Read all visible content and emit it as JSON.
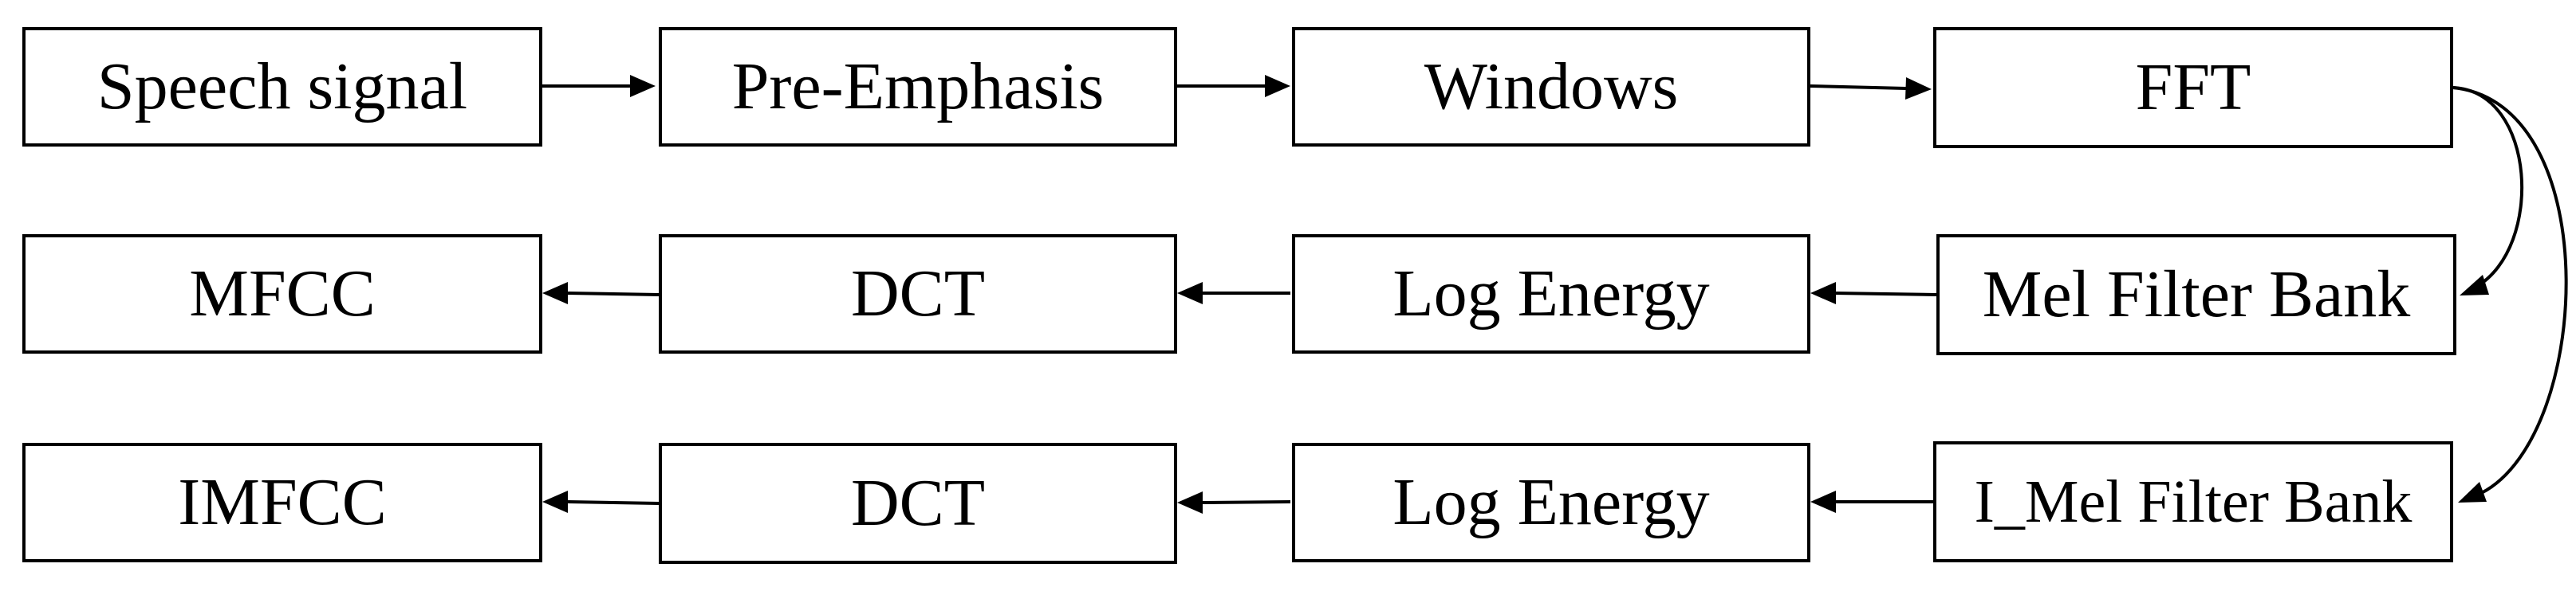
{
  "diagram": {
    "row1": {
      "speech_signal": "Speech signal",
      "pre_emphasis": "Pre-Emphasis",
      "windows": "Windows",
      "fft": "FFT"
    },
    "row2": {
      "mfcc": "MFCC",
      "dct": "DCT",
      "log_energy": "Log Energy",
      "mel_filter_bank": "Mel Filter Bank"
    },
    "row3": {
      "imfcc": "IMFCC",
      "dct": "DCT",
      "log_energy": "Log Energy",
      "i_mel_filter_bank": "I_Mel Filter Bank"
    }
  }
}
